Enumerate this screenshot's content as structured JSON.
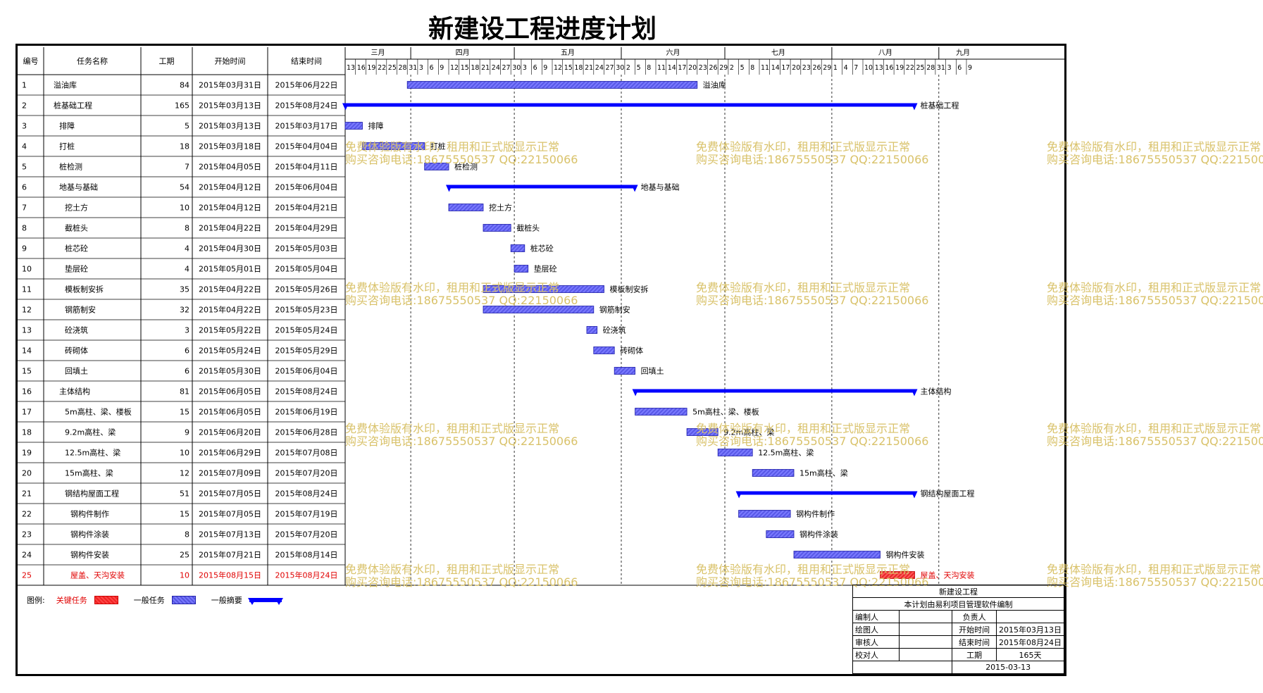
{
  "title": "新建设工程进度计划",
  "columns": {
    "id": "编号",
    "name": "任务名称",
    "duration": "工期",
    "start": "开始时间",
    "end": "结束时间"
  },
  "timescale": {
    "months": [
      "三月",
      "四月",
      "五月",
      "六月",
      "七月",
      "八月",
      "九月"
    ],
    "days": [
      13,
      16,
      19,
      22,
      25,
      28,
      31,
      3,
      6,
      9,
      12,
      15,
      18,
      21,
      24,
      27,
      30,
      3,
      6,
      9,
      12,
      15,
      18,
      21,
      24,
      27,
      30,
      2,
      5,
      8,
      11,
      14,
      17,
      20,
      23,
      26,
      29,
      2,
      5,
      8,
      11,
      14,
      17,
      20,
      23,
      26,
      29,
      1,
      4,
      7,
      10,
      13,
      16,
      19,
      22,
      25,
      28,
      31,
      3,
      6,
      9
    ]
  },
  "chart_data": {
    "type": "gantt",
    "title": "新建设工程进度计划",
    "tasks": [
      {
        "id": "1",
        "name": "溢油库",
        "level": 0,
        "duration": "84",
        "start": "2015年03月31日",
        "end": "2015年06月22日",
        "kind": "normal"
      },
      {
        "id": "2",
        "name": "桩基础工程",
        "level": 0,
        "duration": "165",
        "start": "2015年03月13日",
        "end": "2015年08月24日",
        "kind": "summary"
      },
      {
        "id": "3",
        "name": "排障",
        "level": 1,
        "duration": "5",
        "start": "2015年03月13日",
        "end": "2015年03月17日",
        "kind": "normal"
      },
      {
        "id": "4",
        "name": "打桩",
        "level": 1,
        "duration": "18",
        "start": "2015年03月18日",
        "end": "2015年04月04日",
        "kind": "normal"
      },
      {
        "id": "5",
        "name": "桩检测",
        "level": 1,
        "duration": "7",
        "start": "2015年04月05日",
        "end": "2015年04月11日",
        "kind": "normal"
      },
      {
        "id": "6",
        "name": "地基与基础",
        "level": 1,
        "duration": "54",
        "start": "2015年04月12日",
        "end": "2015年06月04日",
        "kind": "summary"
      },
      {
        "id": "7",
        "name": "挖土方",
        "level": 2,
        "duration": "10",
        "start": "2015年04月12日",
        "end": "2015年04月21日",
        "kind": "normal"
      },
      {
        "id": "8",
        "name": "截桩头",
        "level": 2,
        "duration": "8",
        "start": "2015年04月22日",
        "end": "2015年04月29日",
        "kind": "normal"
      },
      {
        "id": "9",
        "name": "桩芯砼",
        "level": 2,
        "duration": "4",
        "start": "2015年04月30日",
        "end": "2015年05月03日",
        "kind": "normal"
      },
      {
        "id": "10",
        "name": "垫层砼",
        "level": 2,
        "duration": "4",
        "start": "2015年05月01日",
        "end": "2015年05月04日",
        "kind": "normal"
      },
      {
        "id": "11",
        "name": "模板制安拆",
        "level": 2,
        "duration": "35",
        "start": "2015年04月22日",
        "end": "2015年05月26日",
        "kind": "normal"
      },
      {
        "id": "12",
        "name": "钢筋制安",
        "level": 2,
        "duration": "32",
        "start": "2015年04月22日",
        "end": "2015年05月23日",
        "kind": "normal"
      },
      {
        "id": "13",
        "name": "砼浇筑",
        "level": 2,
        "duration": "3",
        "start": "2015年05月22日",
        "end": "2015年05月24日",
        "kind": "normal"
      },
      {
        "id": "14",
        "name": "砖砌体",
        "level": 2,
        "duration": "6",
        "start": "2015年05月24日",
        "end": "2015年05月29日",
        "kind": "normal"
      },
      {
        "id": "15",
        "name": "回填土",
        "level": 2,
        "duration": "6",
        "start": "2015年05月30日",
        "end": "2015年06月04日",
        "kind": "normal"
      },
      {
        "id": "16",
        "name": "主体结构",
        "level": 1,
        "duration": "81",
        "start": "2015年06月05日",
        "end": "2015年08月24日",
        "kind": "summary"
      },
      {
        "id": "17",
        "name": "5m高柱、梁、楼板",
        "level": 2,
        "duration": "15",
        "start": "2015年06月05日",
        "end": "2015年06月19日",
        "kind": "normal"
      },
      {
        "id": "18",
        "name": "9.2m高柱、梁",
        "level": 2,
        "duration": "9",
        "start": "2015年06月20日",
        "end": "2015年06月28日",
        "kind": "normal"
      },
      {
        "id": "19",
        "name": "12.5m高柱、梁",
        "level": 2,
        "duration": "10",
        "start": "2015年06月29日",
        "end": "2015年07月08日",
        "kind": "normal"
      },
      {
        "id": "20",
        "name": "15m高柱、梁",
        "level": 2,
        "duration": "12",
        "start": "2015年07月09日",
        "end": "2015年07月20日",
        "kind": "normal"
      },
      {
        "id": "21",
        "name": "钢结构屋面工程",
        "level": 2,
        "duration": "51",
        "start": "2015年07月05日",
        "end": "2015年08月24日",
        "kind": "summary"
      },
      {
        "id": "22",
        "name": "钢构件制作",
        "level": 3,
        "duration": "15",
        "start": "2015年07月05日",
        "end": "2015年07月19日",
        "kind": "normal"
      },
      {
        "id": "23",
        "name": "钢构件涂装",
        "level": 3,
        "duration": "8",
        "start": "2015年07月13日",
        "end": "2015年07月20日",
        "kind": "normal"
      },
      {
        "id": "24",
        "name": "钢构件安装",
        "level": 3,
        "duration": "25",
        "start": "2015年07月21日",
        "end": "2015年08月14日",
        "kind": "normal"
      },
      {
        "id": "25",
        "name": "屋盖、天沟安装",
        "level": 3,
        "duration": "10",
        "start": "2015年08月15日",
        "end": "2015年08月24日",
        "kind": "critical"
      }
    ]
  },
  "legend": {
    "label": "图例:",
    "critical": "关键任务",
    "normal": "一般任务",
    "summary": "一般摘要"
  },
  "watermark": {
    "line1": "免费体验版有水印，租用和正式版显示正常",
    "line2": "购买咨询电话:18675550537 QQ:22150066"
  },
  "info_box": {
    "project": "新建设工程",
    "note": "本计划由易利项目管理软件编制",
    "compiler_label": "编制人",
    "responsible_label": "负责人",
    "drawer_label": "绘图人",
    "start_label": "开始时间",
    "start_value": "2015年03月13日",
    "reviewer_label": "审核人",
    "end_label": "结束时间",
    "end_value": "2015年08月24日",
    "checker_label": "校对人",
    "duration_label": "工期",
    "duration_value": "165天",
    "date": "2015-03-13"
  },
  "colors": {
    "normal_bar": "#6a6aff",
    "summary_bar": "#0000ff",
    "critical_bar": "#ff4444",
    "critical_text": "#e00000",
    "watermark": "#d9c26a"
  }
}
